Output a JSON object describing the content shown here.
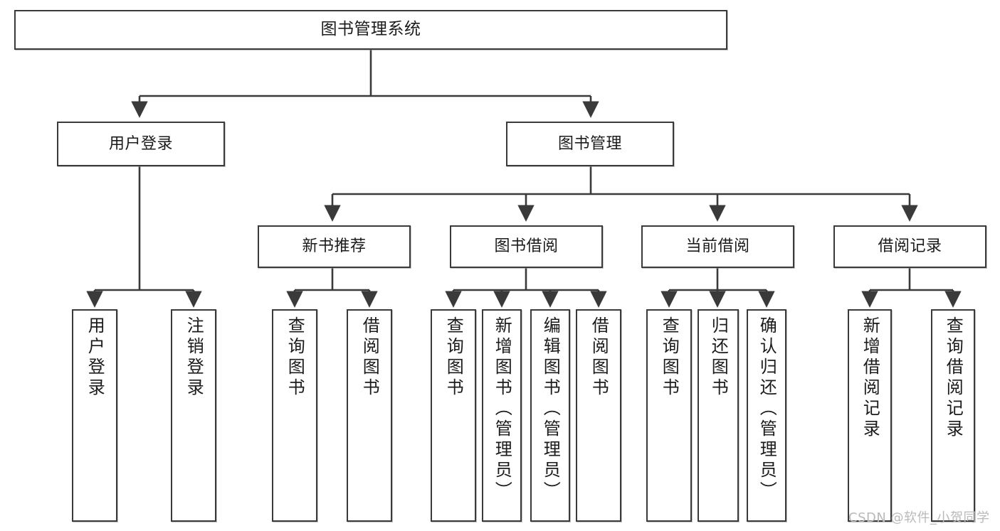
{
  "diagram": {
    "title": "图书管理系统",
    "type": "tree-hierarchy",
    "root": {
      "id": "root",
      "label": "图书管理系统"
    },
    "level2": [
      {
        "id": "user-login",
        "label": "用户登录"
      },
      {
        "id": "book-manage",
        "label": "图书管理"
      }
    ],
    "level3": [
      {
        "id": "new-book-rec",
        "label": "新书推荐",
        "parent": "book-manage"
      },
      {
        "id": "book-borrow",
        "label": "图书借阅",
        "parent": "book-manage"
      },
      {
        "id": "current-borrow",
        "label": "当前借阅",
        "parent": "book-manage"
      },
      {
        "id": "borrow-record",
        "label": "借阅记录",
        "parent": "book-manage"
      }
    ],
    "leaves": [
      {
        "id": "leaf-user-login",
        "label": "用户登录",
        "parent": "user-login"
      },
      {
        "id": "leaf-user-logout",
        "label": "注销登录",
        "parent": "user-login"
      },
      {
        "id": "leaf-query-book-1",
        "label": "查询图书",
        "parent": "new-book-rec"
      },
      {
        "id": "leaf-borrow-book-1",
        "label": "借阅图书",
        "parent": "new-book-rec"
      },
      {
        "id": "leaf-query-book-2",
        "label": "查询图书",
        "parent": "book-borrow"
      },
      {
        "id": "leaf-add-book",
        "label": "新增图书（管理员）",
        "parent": "book-borrow"
      },
      {
        "id": "leaf-edit-book",
        "label": "编辑图书（管理员）",
        "parent": "book-borrow"
      },
      {
        "id": "leaf-borrow-book-2",
        "label": "借阅图书",
        "parent": "book-borrow"
      },
      {
        "id": "leaf-query-book-3",
        "label": "查询图书",
        "parent": "current-borrow"
      },
      {
        "id": "leaf-return-book",
        "label": "归还图书",
        "parent": "current-borrow"
      },
      {
        "id": "leaf-confirm-return",
        "label": "确认归还（管理员）",
        "parent": "current-borrow"
      },
      {
        "id": "leaf-add-record",
        "label": "新增借阅记录",
        "parent": "borrow-record"
      },
      {
        "id": "leaf-query-record",
        "label": "查询借阅记录",
        "parent": "borrow-record"
      }
    ],
    "colors": {
      "stroke": "#3a3a3a",
      "fill": "#ffffff",
      "text": "#1b1b1b",
      "watermark": "#b9b9b9"
    }
  },
  "watermark": {
    "text": "CSDN @软件_小贺同学"
  }
}
